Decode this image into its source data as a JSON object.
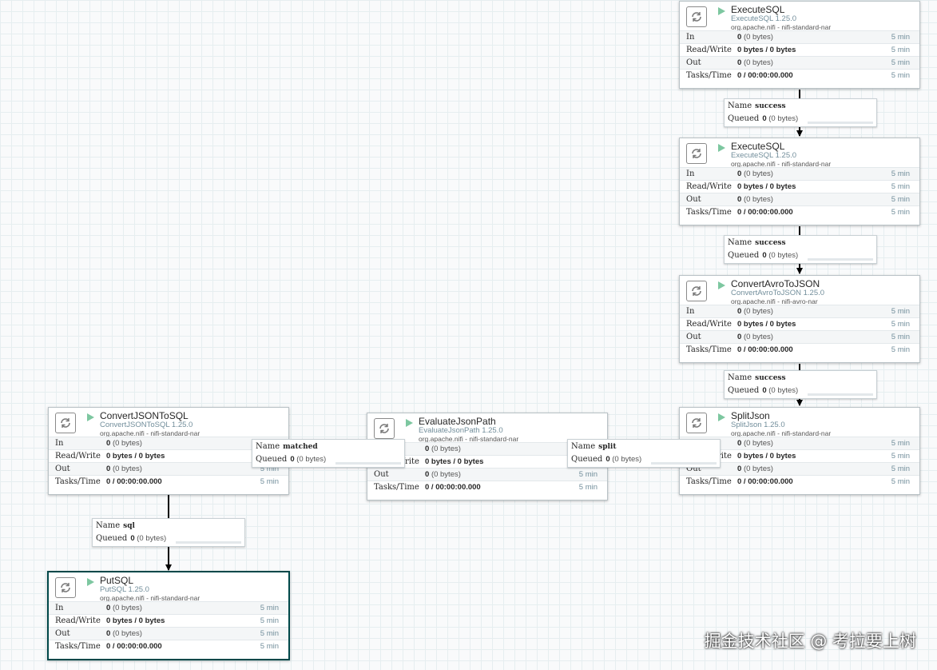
{
  "processors": [
    {
      "name": "ExecuteSQL",
      "type": "ExecuteSQL 1.25.0",
      "bundle": "org.apache.nifi - nifi-standard-nar",
      "stats": {
        "in": "0",
        "in_size": "(0 bytes)",
        "read_write": "0 bytes / 0 bytes",
        "out": "0",
        "out_size": "(0 bytes)",
        "tasks": "0 / 00:00:00.000"
      }
    },
    {
      "name": "ExecuteSQL",
      "type": "ExecuteSQL 1.25.0",
      "bundle": "org.apache.nifi - nifi-standard-nar",
      "stats": {
        "in": "0",
        "in_size": "(0 bytes)",
        "read_write": "0 bytes / 0 bytes",
        "out": "0",
        "out_size": "(0 bytes)",
        "tasks": "0 / 00:00:00.000"
      }
    },
    {
      "name": "ConvertAvroToJSON",
      "type": "ConvertAvroToJSON 1.25.0",
      "bundle": "org.apache.nifi - nifi-avro-nar",
      "stats": {
        "in": "0",
        "in_size": "(0 bytes)",
        "read_write": "0 bytes / 0 bytes",
        "out": "0",
        "out_size": "(0 bytes)",
        "tasks": "0 / 00:00:00.000"
      }
    },
    {
      "name": "SplitJson",
      "type": "SplitJson 1.25.0",
      "bundle": "org.apache.nifi - nifi-standard-nar",
      "stats": {
        "in": "0",
        "in_size": "(0 bytes)",
        "read_write": "0 bytes / 0 bytes",
        "out": "0",
        "out_size": "(0 bytes)",
        "tasks": "0 / 00:00:00.000"
      }
    },
    {
      "name": "EvaluateJsonPath",
      "type": "EvaluateJsonPath 1.25.0",
      "bundle": "org.apache.nifi - nifi-standard-nar",
      "stats": {
        "in": "0",
        "in_size": "(0 bytes)",
        "read_write": "0 bytes / 0 bytes",
        "out": "0",
        "out_size": "(0 bytes)",
        "tasks": "0 / 00:00:00.000"
      }
    },
    {
      "name": "ConvertJSONToSQL",
      "type": "ConvertJSONToSQL 1.25.0",
      "bundle": "org.apache.nifi - nifi-standard-nar",
      "stats": {
        "in": "0",
        "in_size": "(0 bytes)",
        "read_write": "0 bytes / 0 bytes",
        "out": "0",
        "out_size": "(0 bytes)",
        "tasks": "0 / 00:00:00.000"
      }
    },
    {
      "name": "PutSQL",
      "type": "PutSQL 1.25.0",
      "bundle": "org.apache.nifi - nifi-standard-nar",
      "stats": {
        "in": "0",
        "in_size": "(0 bytes)",
        "read_write": "0 bytes / 0 bytes",
        "out": "0",
        "out_size": "(0 bytes)",
        "tasks": "0 / 00:00:00.000"
      }
    }
  ],
  "connections": [
    {
      "name": "success",
      "queued": "0",
      "queued_size": "(0 bytes)"
    },
    {
      "name": "success",
      "queued": "0",
      "queued_size": "(0 bytes)"
    },
    {
      "name": "success",
      "queued": "0",
      "queued_size": "(0 bytes)"
    },
    {
      "name": "split",
      "queued": "0",
      "queued_size": "(0 bytes)"
    },
    {
      "name": "matched",
      "queued": "0",
      "queued_size": "(0 bytes)"
    },
    {
      "name": "sql",
      "queued": "0",
      "queued_size": "(0 bytes)"
    }
  ],
  "labels": {
    "in": "In",
    "read_write": "Read/Write",
    "out": "Out",
    "tasks_time": "Tasks/Time",
    "stat_window": "5 min",
    "conn_name": "Name",
    "conn_queued": "Queued"
  },
  "colors": {
    "run_icon": "#7dc7a0",
    "selected_border": "#004849",
    "type_text": "#728e9b"
  },
  "watermark": "掘金技术社区 @ 考拉要上树"
}
